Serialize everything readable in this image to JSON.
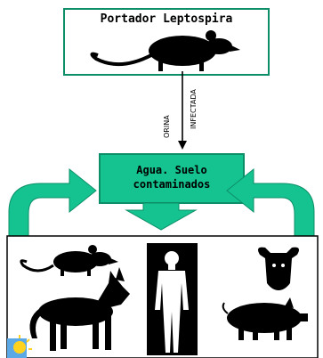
{
  "top_box": {
    "label": "Portador Leptospira"
  },
  "arrow": {
    "label_left": "ORINA",
    "label_right": "INFECTADA"
  },
  "middle_box": {
    "line1": "Agua. Suelo",
    "line2": "contaminados"
  },
  "colors": {
    "box_fill": "#14c38f",
    "box_border": "#0c8f68",
    "silhouette": "#000000",
    "panel": "#ffffff"
  },
  "icons": [
    "rat-icon",
    "rat-icon",
    "dog-icon",
    "human-icon",
    "cow-icon",
    "pig-icon",
    "sun-logo-icon"
  ]
}
